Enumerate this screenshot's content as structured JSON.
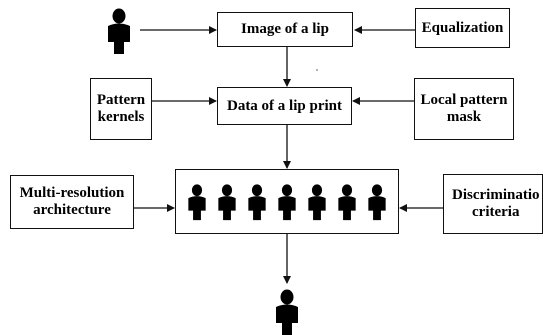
{
  "boxes": {
    "image_of_lip": "Image of a lip",
    "equalization": "Equalization",
    "data_of_lip_print": "Data of a lip print",
    "pattern_kernels_l1": "Pattern",
    "pattern_kernels_l2": "kernels",
    "local_pattern_mask_l1": "Local pattern",
    "local_pattern_mask_l2": "mask",
    "multi_resolution_l1": "Multi-resolution",
    "multi_resolution_l2": "architecture",
    "discrimination_l1": "Discriminatio",
    "discrimination_l2": "criteria"
  },
  "people": {
    "group_count": 7,
    "input_icon": "person-icon",
    "output_icon": "person-icon"
  },
  "colors": {
    "stroke": "#111111",
    "figure": "#000000",
    "background": "#ffffff"
  }
}
